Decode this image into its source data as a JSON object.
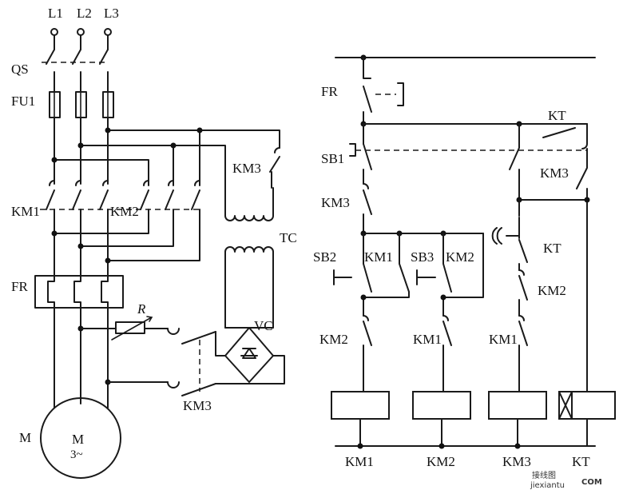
{
  "power": {
    "phases": [
      "L1",
      "L2",
      "L3"
    ],
    "qs": "QS",
    "fuse": "FU1",
    "km1": "KM1",
    "km2": "KM2",
    "km3": "KM3",
    "fr": "FR",
    "resistor": "R",
    "tc": "TC",
    "vc": "VC",
    "km3_bottom": "KM3",
    "motor_side": "M",
    "motor_name": "M",
    "motor_type": "3~"
  },
  "control": {
    "fr": "FR",
    "sb1": "SB1",
    "km3_nc": "KM3",
    "sb2": "SB2",
    "km1_hold": "KM1",
    "sb3": "SB3",
    "km2_hold": "KM2",
    "kt_top": "KT",
    "km3_no": "KM3",
    "kt_timer": "KT",
    "km2_timer": "KM2",
    "km2_il": "KM2",
    "km1_il": "KM1",
    "km1_il2": "KM1",
    "coils": [
      "KM1",
      "KM2",
      "KM3",
      "KT"
    ]
  },
  "watermark": {
    "line1": "接线图",
    "line2": "jiexiantu",
    "line3": "COM"
  }
}
